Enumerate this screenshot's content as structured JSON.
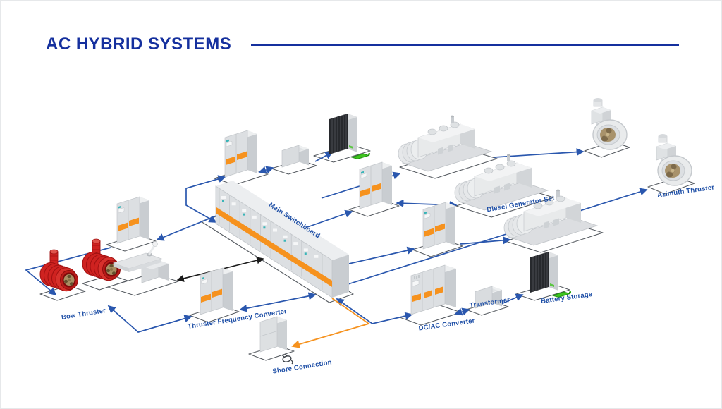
{
  "title": "AC HYBRID SYSTEMS",
  "labels": {
    "main_switchboard": "Main Switchboard",
    "diesel_generator_set": "Diesel Generator Set",
    "azimuth_thruster": "Azimuth Thruster",
    "battery_storage": "Battery Storage",
    "transformer": "Transformer",
    "dc_ac_converter": "DC/AC Converter",
    "bow_thruster": "Bow Thruster",
    "thruster_frequency_converter": "Thruster Frequency Converter",
    "shore_connection": "Shore Connection"
  },
  "colors": {
    "title_blue": "#15309E",
    "label_blue": "#1D4EA6",
    "line_blue": "#2A57AE",
    "line_orange": "#F6921E",
    "line_black": "#1B1B1B",
    "cabinet_accent_orange": "#F6921E",
    "battery_green": "#3EC41E",
    "bow_thruster_red": "#CF2220"
  }
}
